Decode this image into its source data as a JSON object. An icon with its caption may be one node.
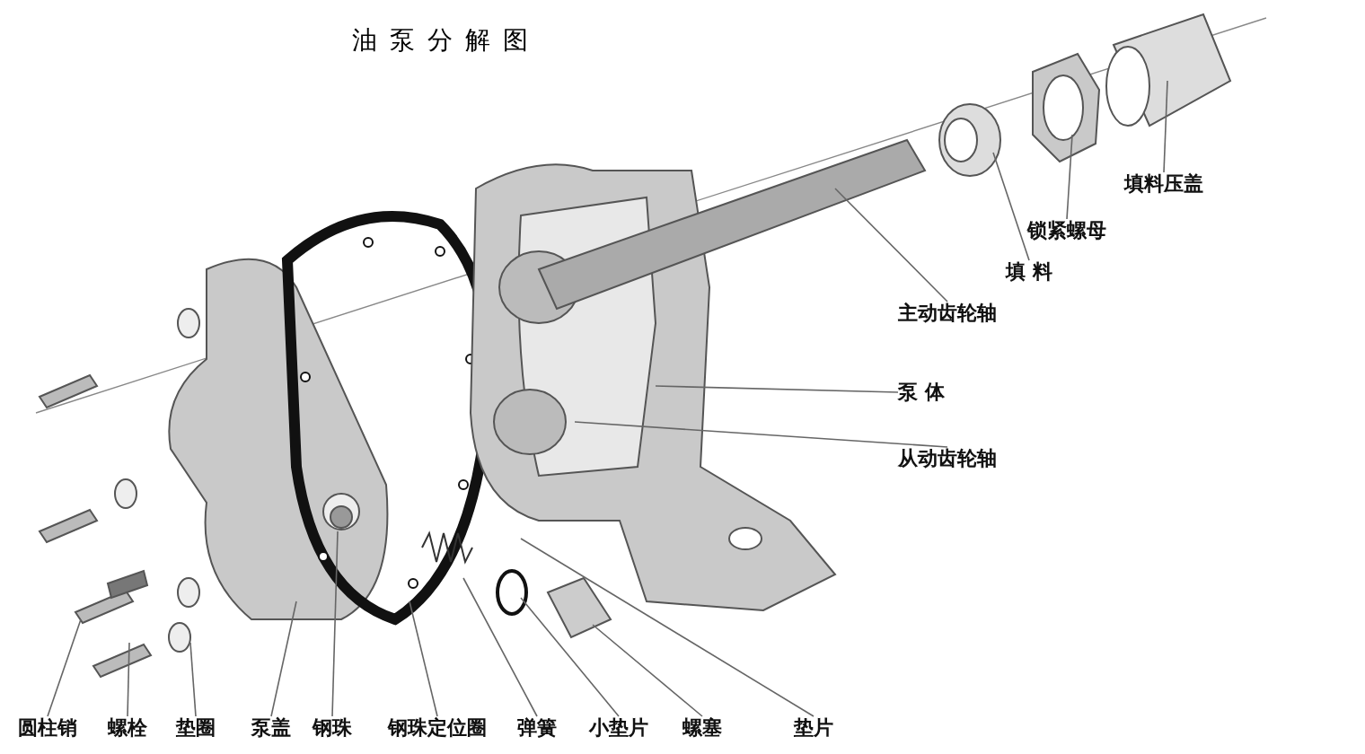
{
  "diagram": {
    "title": "油泵分解图",
    "nodes": [
      {
        "text": [
          "填料压盖"
        ]
      },
      {
        "text": [
          "锁紧螺母"
        ]
      },
      {
        "text": [
          "填 料"
        ]
      },
      {
        "text": [
          "主动齿轮轴"
        ]
      },
      {
        "text": [
          "泵 体"
        ]
      },
      {
        "text": [
          "从动齿轮轴"
        ]
      },
      {
        "text": [
          "圆柱销"
        ]
      },
      {
        "text": [
          "螺栓"
        ]
      },
      {
        "text": [
          "垫圈"
        ]
      },
      {
        "text": [
          "泵盖"
        ]
      },
      {
        "text": [
          "钢珠"
        ]
      },
      {
        "text": [
          "钢珠定位圈"
        ]
      },
      {
        "text": [
          "弹簧"
        ]
      },
      {
        "text": [
          "小垫片"
        ]
      },
      {
        "text": [
          "螺塞"
        ]
      },
      {
        "text": [
          "垫片"
        ]
      }
    ],
    "edges": [
      {
        "from": 0,
        "to": null,
        "arrow": "none"
      },
      {
        "from": 1,
        "to": null,
        "arrow": "none"
      },
      {
        "from": 2,
        "to": null,
        "arrow": "none"
      },
      {
        "from": 3,
        "to": null,
        "arrow": "none"
      },
      {
        "from": 4,
        "to": null,
        "arrow": "none"
      },
      {
        "from": 5,
        "to": null,
        "arrow": "none"
      },
      {
        "from": 6,
        "to": null,
        "arrow": "none"
      },
      {
        "from": 7,
        "to": null,
        "arrow": "none"
      },
      {
        "from": 8,
        "to": null,
        "arrow": "none"
      },
      {
        "from": 9,
        "to": null,
        "arrow": "none"
      },
      {
        "from": 10,
        "to": null,
        "arrow": "none"
      },
      {
        "from": 11,
        "to": null,
        "arrow": "none"
      },
      {
        "from": 12,
        "to": null,
        "arrow": "none"
      },
      {
        "from": 13,
        "to": null,
        "arrow": "none"
      },
      {
        "from": 14,
        "to": null,
        "arrow": "none"
      },
      {
        "from": 15,
        "to": null,
        "arrow": "none"
      }
    ]
  }
}
